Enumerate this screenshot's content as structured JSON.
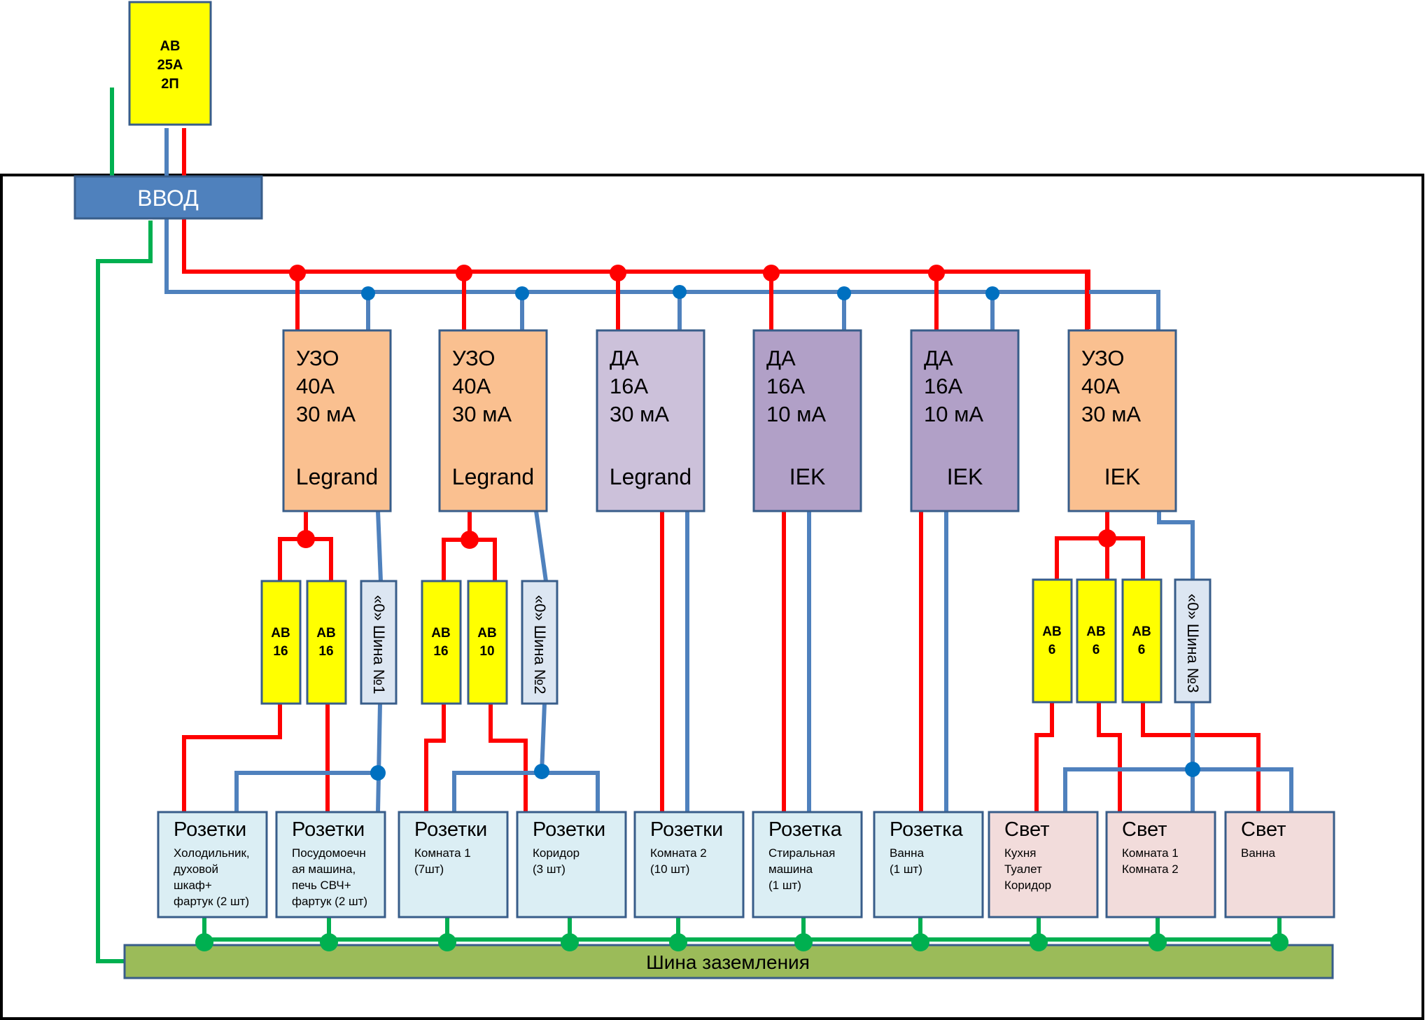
{
  "colors": {
    "phase": "#ff0000",
    "neutral": "#4f81bd",
    "neutral_dot": "#0070c0",
    "ground": "#00b050",
    "ground_bus": "#9bbb59",
    "breaker": "#ffff00",
    "rcd": "#fac090",
    "da_light": "#ccc1da",
    "da_dark": "#b1a0c7",
    "input": "#4f81bd",
    "socket": "#dbeef4",
    "light": "#f2dcdb",
    "neutral_bus": "#dce6f2"
  },
  "main_breaker": {
    "lines": [
      "АВ",
      "25А",
      "2П"
    ]
  },
  "input_block": {
    "label": "ВВОД"
  },
  "rcds": [
    {
      "lines": [
        "УЗО",
        "40А",
        "30 мА"
      ],
      "brand": "Legrand",
      "kind": "rcd"
    },
    {
      "lines": [
        "УЗО",
        "40А",
        "30 мА"
      ],
      "brand": "Legrand",
      "kind": "rcd"
    },
    {
      "lines": [
        "ДА",
        "16А",
        "30 мА"
      ],
      "brand": "Legrand",
      "kind": "da_light"
    },
    {
      "lines": [
        "ДА",
        "16А",
        "10 мА"
      ],
      "brand": "IEK",
      "kind": "da_dark"
    },
    {
      "lines": [
        "ДА",
        "16А",
        "10 мА"
      ],
      "brand": "IEK",
      "kind": "da_dark"
    },
    {
      "lines": [
        "УЗО",
        "40А",
        "30 мА"
      ],
      "brand": "IEK",
      "kind": "rcd"
    }
  ],
  "breakers": [
    {
      "lines": [
        "АВ",
        "16"
      ]
    },
    {
      "lines": [
        "АВ",
        "16"
      ]
    },
    {
      "lines": [
        "АВ",
        "16"
      ]
    },
    {
      "lines": [
        "АВ",
        "10"
      ]
    },
    {
      "lines": [
        "АВ",
        "6"
      ]
    },
    {
      "lines": [
        "АВ",
        "6"
      ]
    },
    {
      "lines": [
        "АВ",
        "6"
      ]
    }
  ],
  "neutral_buses": [
    {
      "label": "«0» Шина №1"
    },
    {
      "label": "«0» Шина №2"
    },
    {
      "label": "«0» Шина №3"
    }
  ],
  "loads": [
    {
      "title": "Розетки",
      "desc": [
        "Холодильник,",
        "духовой",
        "шкаф+",
        "фартук (2 шт)"
      ],
      "kind": "socket"
    },
    {
      "title": "Розетки",
      "desc": [
        "Посудомоечн",
        "ая машина,",
        "печь СВЧ+",
        "фартук (2 шт)"
      ],
      "kind": "socket"
    },
    {
      "title": "Розетки",
      "desc": [
        "Комната 1",
        "(7шт)"
      ],
      "kind": "socket"
    },
    {
      "title": "Розетки",
      "desc": [
        "Коридор",
        "(3 шт)"
      ],
      "kind": "socket"
    },
    {
      "title": "Розетки",
      "desc": [
        "Комната 2",
        "(10 шт)"
      ],
      "kind": "socket"
    },
    {
      "title": "Розетка",
      "desc": [
        "Стиральная",
        "машина",
        "(1 шт)"
      ],
      "kind": "socket"
    },
    {
      "title": "Розетка",
      "desc": [
        "Ванна",
        "(1 шт)"
      ],
      "kind": "socket"
    },
    {
      "title": "Свет",
      "desc": [
        "Кухня",
        "Туалет",
        "Коридор"
      ],
      "kind": "light"
    },
    {
      "title": "Свет",
      "desc": [
        "Комната 1",
        "Комната 2"
      ],
      "kind": "light"
    },
    {
      "title": "Свет",
      "desc": [
        "Ванна"
      ],
      "kind": "light"
    }
  ],
  "ground_bus": {
    "label": "Шина заземления"
  }
}
